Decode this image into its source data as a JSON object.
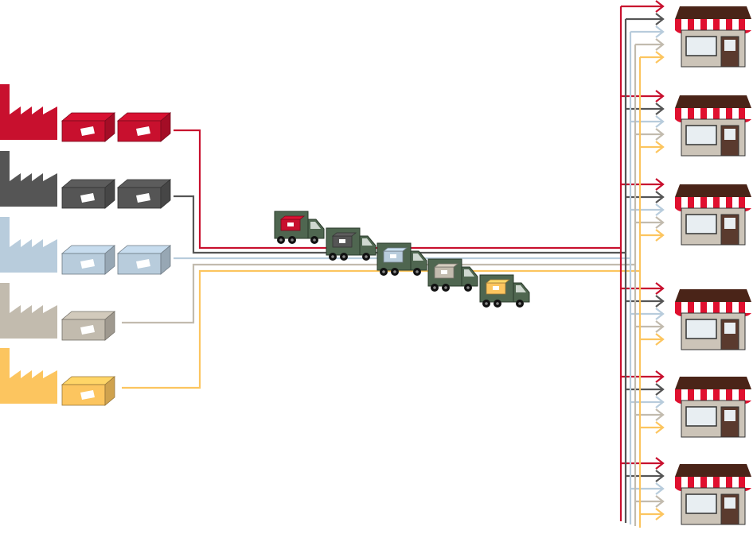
{
  "colors": {
    "red": "#c8102e",
    "dark": "#555555",
    "blue": "#b8ccdc",
    "tan": "#c2bbae",
    "yellow": "#fcc55f",
    "truck": "#4f6650",
    "store_roof": "#4a2418",
    "store_door": "#5a3a2e",
    "store_wall": "#ccc4b8",
    "store_awning": "#e0102f"
  },
  "factories": [
    {
      "color": "red",
      "boxes": 2
    },
    {
      "color": "dark",
      "boxes": 2
    },
    {
      "color": "blue",
      "boxes": 2
    },
    {
      "color": "tan",
      "boxes": 1
    },
    {
      "color": "yellow",
      "boxes": 1
    }
  ],
  "trucks": [
    {
      "cargo": "red"
    },
    {
      "cargo": "dark"
    },
    {
      "cargo": "blue"
    },
    {
      "cargo": "tan"
    },
    {
      "cargo": "yellow"
    }
  ],
  "stores": [
    {
      "icon": "store-icon"
    },
    {
      "icon": "store-icon"
    },
    {
      "icon": "store-icon"
    },
    {
      "icon": "store-icon"
    },
    {
      "icon": "store-icon"
    },
    {
      "icon": "store-icon"
    }
  ],
  "icons": [
    "factory-icon",
    "box-icon",
    "truck-icon",
    "store-icon",
    "arrow-icon"
  ]
}
